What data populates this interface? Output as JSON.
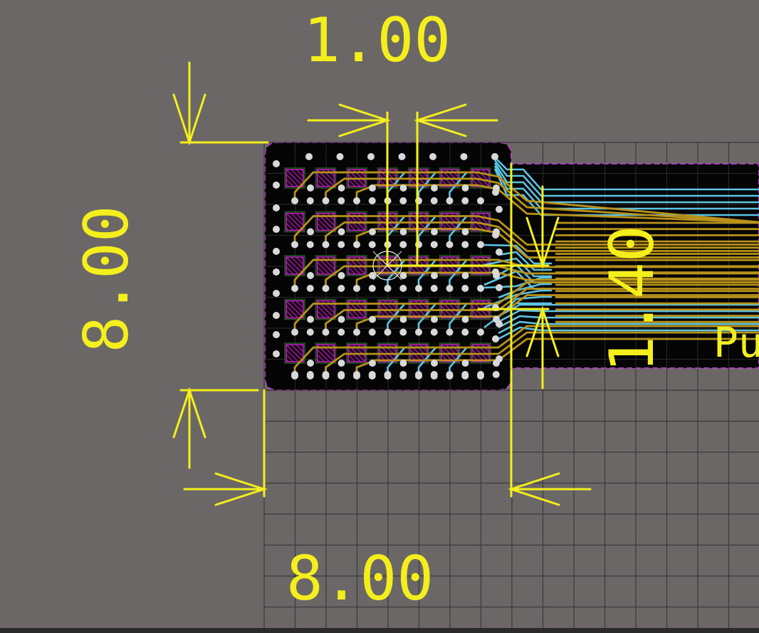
{
  "app": "PCB layout editor",
  "view": {
    "background_color": "#6b6766",
    "board_color": "#050505",
    "grid_color": "#3a3a3c",
    "board_outline_color": "#b040c0",
    "dimension_color": "#f4ef1c",
    "top_trace_color": "#b8921a",
    "bottom_trace_color": "#5cc4e4",
    "pad_color": "#c020c0",
    "via_color": "#d8d8d8"
  },
  "dimensions": {
    "top": {
      "label": "1.00",
      "unit": "mm"
    },
    "bottom": {
      "label": "8.00",
      "unit": "mm"
    },
    "left": {
      "label": "8.00",
      "unit": "mm"
    },
    "right": {
      "label": "1.40",
      "unit": "mm"
    }
  },
  "component_label": "Pu",
  "bga": {
    "pad_rows": 5,
    "pad_cols": 7
  }
}
